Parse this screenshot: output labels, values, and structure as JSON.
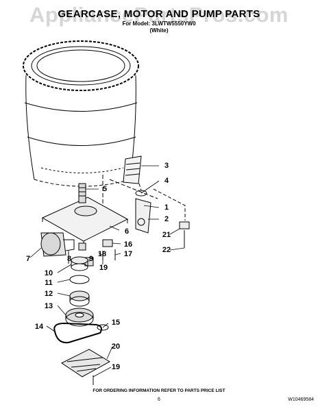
{
  "watermark": "AppliancePartsPros.com",
  "header": {
    "title": "GEARCASE, MOTOR AND PUMP PARTS",
    "subtitle": "For Model: 3LWTW5550YW0",
    "variant": "(White)"
  },
  "callouts": [
    "3",
    "4",
    "1",
    "2",
    "21",
    "22",
    "5",
    "6",
    "16",
    "17",
    "18",
    "19",
    "7",
    "8",
    "9",
    "10",
    "11",
    "12",
    "13",
    "14",
    "15",
    "20",
    "19"
  ],
  "footer": {
    "ordering_note": "FOR ORDERING INFORMATION REFER TO PARTS PRICE LIST",
    "page_number": "6",
    "doc_number": "W10469584"
  }
}
